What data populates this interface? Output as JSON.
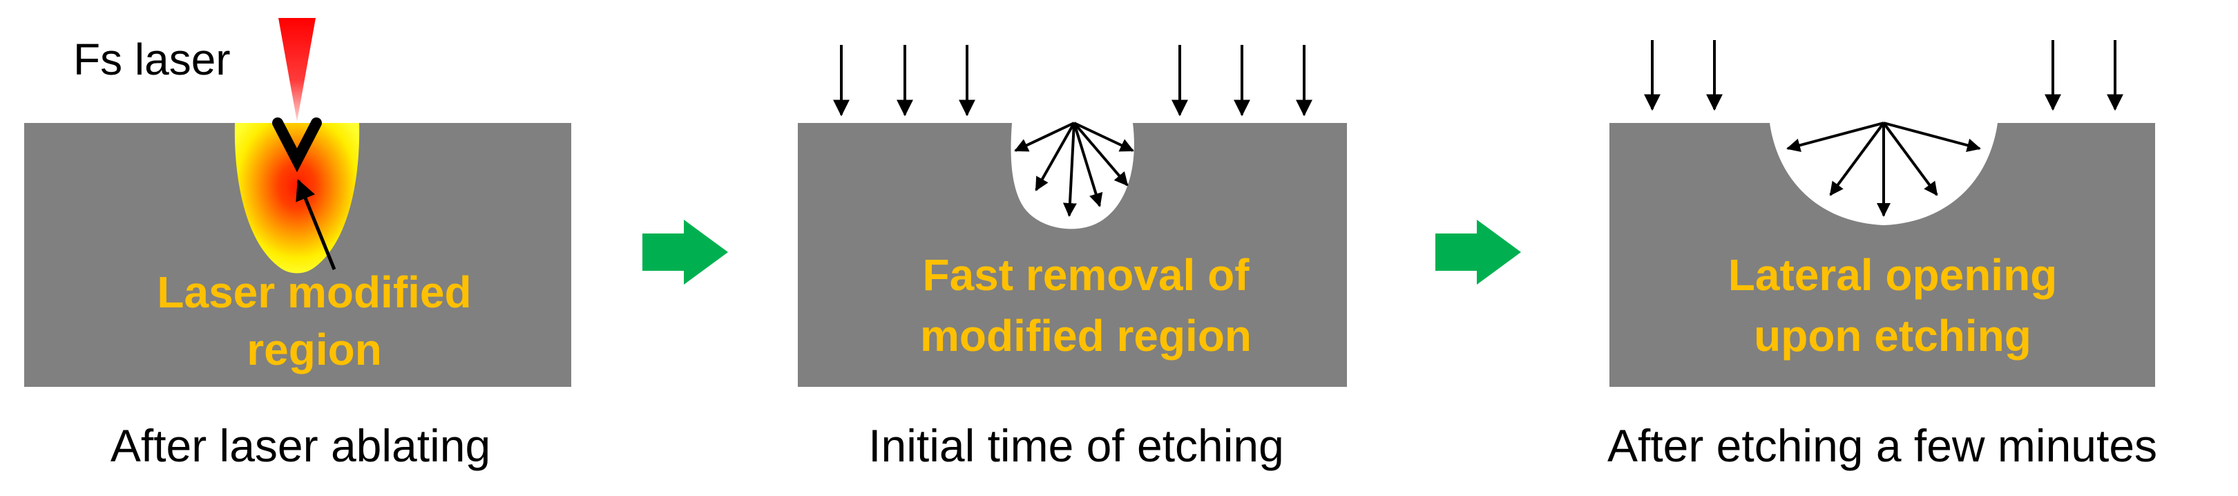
{
  "colors": {
    "substrate": "#808080",
    "etched_cavity": "#ffffff",
    "label_text": "#ffc000",
    "process_arrow": "#00b050",
    "laser_beam": "#ff0000",
    "modified_zone_outer": "#ffff00",
    "modified_zone_inner": "#ff2a00",
    "etchant_arrow": "#000000"
  },
  "icons": {
    "process_step_arrow": "right-arrow-icon",
    "etchant_flow_arrow": "down-arrow-icon",
    "laser_beam": "laser-beam-icon"
  },
  "panels": [
    {
      "caption": "After laser ablating",
      "label_lines": [
        "Laser modified",
        "region"
      ],
      "laser_label": "Fs laser"
    },
    {
      "caption": "Initial time of etching",
      "label_lines": [
        "Fast removal of",
        "modified region"
      ]
    },
    {
      "caption": "After etching a few minutes",
      "label_lines": [
        "Lateral opening",
        "upon etching"
      ]
    }
  ]
}
